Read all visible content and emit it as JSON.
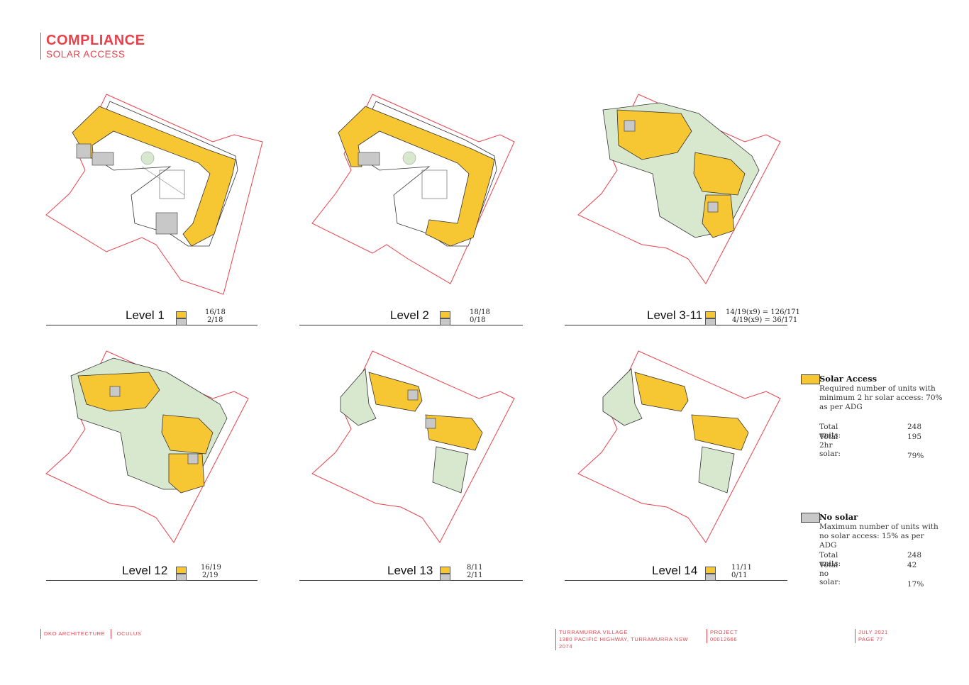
{
  "header": {
    "title": "COMPLIANCE",
    "subtitle": "SOLAR ACCESS"
  },
  "colors": {
    "accent": "#e8414b",
    "solar": "#f7c633",
    "no_solar": "#c8c8c8",
    "landscape": "#d8e8cf"
  },
  "levels": [
    {
      "name": "Level 1",
      "solar": "16/18",
      "no_solar": "2/18"
    },
    {
      "name": "Level 2",
      "solar": "18/18",
      "no_solar": "0/18"
    },
    {
      "name": "Level 3-11",
      "solar": "14/19(x9) = 126/171",
      "no_solar": "4/19(x9) = 36/171"
    },
    {
      "name": "Level 12",
      "solar": "16/19",
      "no_solar": "2/19"
    },
    {
      "name": "Level 13",
      "solar": "8/11",
      "no_solar": "2/11"
    },
    {
      "name": "Level 14",
      "solar": "11/11",
      "no_solar": "0/11"
    }
  ],
  "legend": {
    "solar": {
      "title": "Solar Access",
      "desc": "Required number of units with minimum 2 hr solar access: 70% as per ADG",
      "total_units_label": "Total units:",
      "total_units": "248",
      "total_label": "Total 2hr solar:",
      "total": "195",
      "percent": "79%"
    },
    "no_solar": {
      "title": "No solar",
      "desc": "Maximum number of units with no solar access: 15% as per ADG",
      "total_units_label": "Total units:",
      "total_units": "248",
      "total_label": "Total no solar:",
      "total": "42",
      "percent": "17%"
    }
  },
  "footer": {
    "firm": "DKO ARCHITECTURE",
    "client": "OCULUS",
    "project_name": "TURRAMURRA VILLAGE",
    "address": "1380 PACIFIC HIGHWAY, TURRAMURRA NSW 2074",
    "project_label": "PROJECT",
    "project_no": "00012666",
    "date": "JULY 2021",
    "page": "PAGE 77"
  }
}
